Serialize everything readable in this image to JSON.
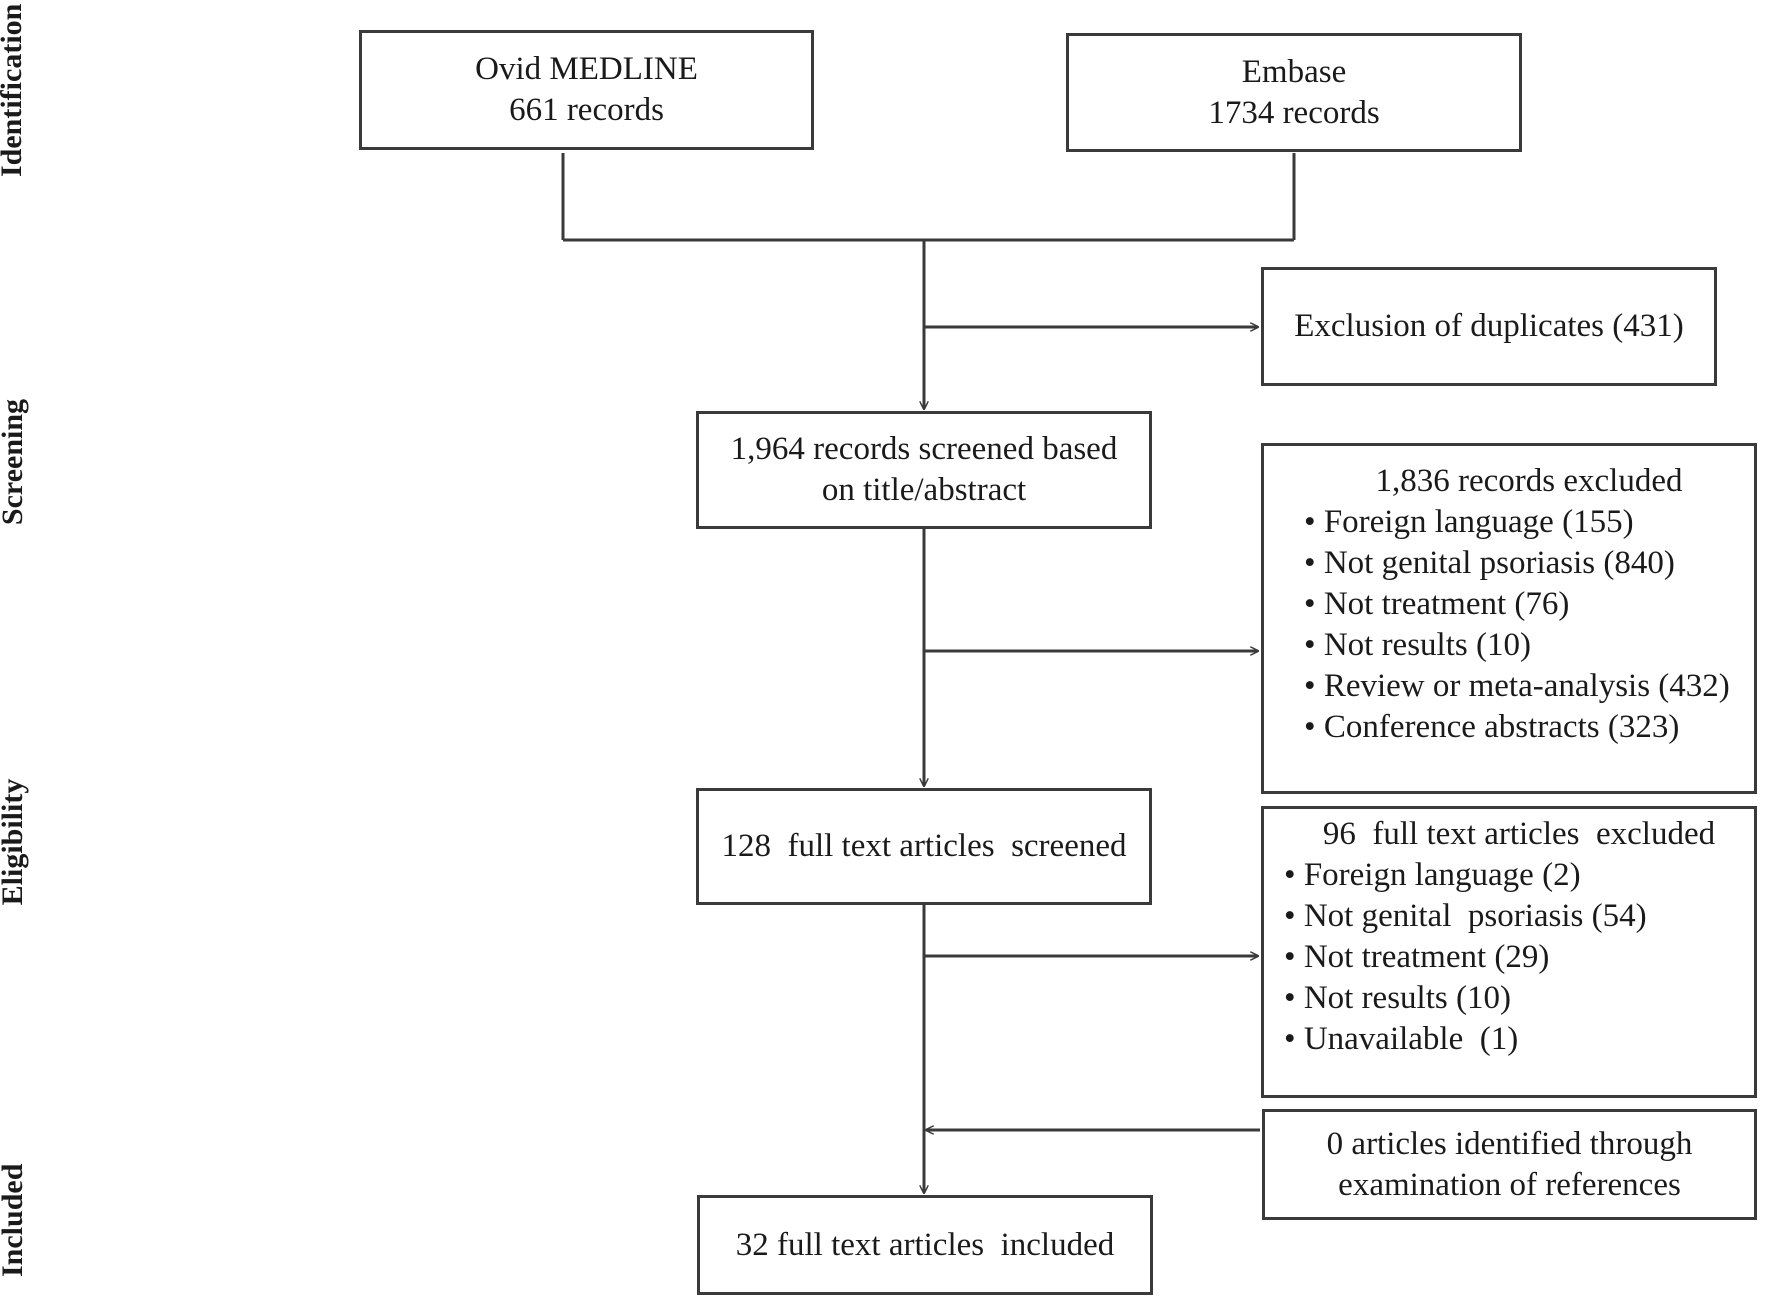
{
  "stages": {
    "identification": "Identification",
    "screening": "Screening",
    "eligibility": "Eligibility",
    "included": "Included"
  },
  "sources": {
    "medline": {
      "name": "Ovid MEDLINE",
      "count": "661 records"
    },
    "embase": {
      "name": "Embase",
      "count": "1734 records"
    }
  },
  "duplicates": {
    "label": "Exclusion of duplicates (431)"
  },
  "screened": {
    "line1": "1,964 records screened based",
    "line2": "on title/abstract"
  },
  "excluded_records": {
    "title": "1,836 records excluded",
    "items": [
      "Foreign language (155)",
      "Not genital psoriasis (840)",
      "Not treatment (76)",
      "Not results (10)",
      "Review or meta-analysis (432)",
      "Conference abstracts (323)"
    ]
  },
  "fulltext_screened": {
    "label": "128  full text articles  screened"
  },
  "excluded_fulltext": {
    "title": "96  full text articles  excluded",
    "items": [
      "Foreign language (2)",
      "Not genital  psoriasis (54)",
      "Not treatment (29)",
      "Not results (10)",
      "Unavailable  (1)"
    ]
  },
  "references": {
    "line1": "0 articles identified through",
    "line2": "examination of references"
  },
  "included": {
    "label": "32 full text articles  included"
  },
  "colors": {
    "border": "#3a3a3a",
    "text": "#1a1a1a",
    "background": "#ffffff"
  }
}
